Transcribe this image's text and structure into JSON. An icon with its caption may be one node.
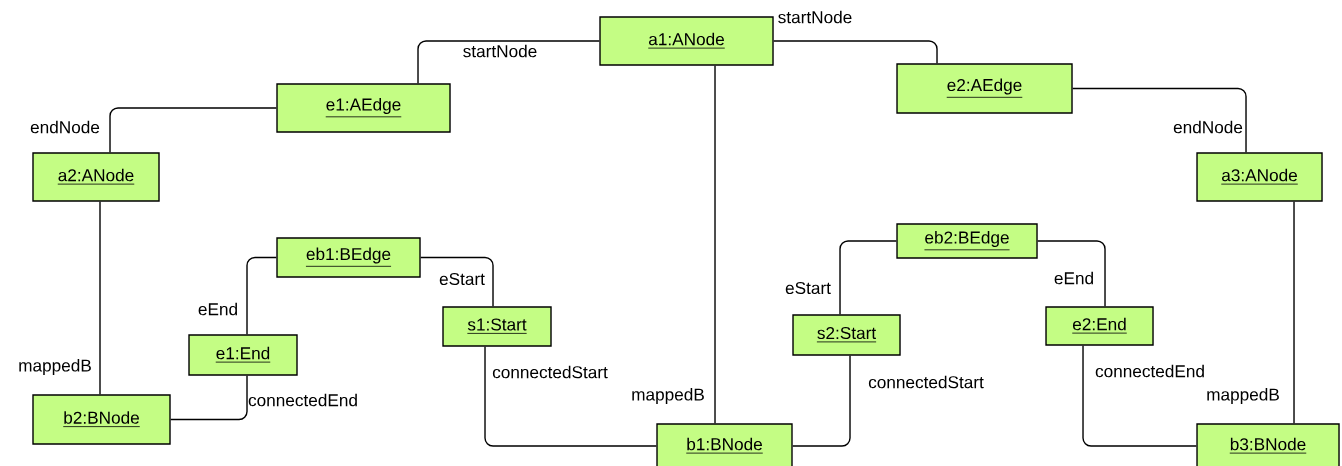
{
  "diagram": {
    "nodes": [
      {
        "text": [
          "a1:ANode"
        ]
      },
      {
        "text": [
          "e1:AEdge"
        ]
      },
      {
        "text": [
          "e2:AEdge"
        ]
      },
      {
        "text": [
          "a2:ANode"
        ]
      },
      {
        "text": [
          "a3:ANode"
        ]
      },
      {
        "text": [
          "eb1:BEdge"
        ]
      },
      {
        "text": [
          "eb2:BEdge"
        ]
      },
      {
        "text": [
          "e1:End"
        ]
      },
      {
        "text": [
          "s1:Start"
        ]
      },
      {
        "text": [
          "s2:Start"
        ]
      },
      {
        "text": [
          "e2:End"
        ]
      },
      {
        "text": [
          "b2:BNode"
        ]
      },
      {
        "text": [
          "b1:BNode"
        ]
      },
      {
        "text": [
          "b3:BNode"
        ]
      }
    ],
    "edges": [
      {
        "from": 1,
        "to": 0,
        "arrow": "none",
        "label": "startNode"
      },
      {
        "from": 0,
        "to": 2,
        "arrow": "none",
        "label": "startNode"
      },
      {
        "from": 1,
        "to": 3,
        "arrow": "none",
        "label": "endNode"
      },
      {
        "from": 2,
        "to": 4,
        "arrow": "none",
        "label": "endNode"
      },
      {
        "from": 3,
        "to": 11,
        "arrow": "none",
        "label": "mappedB"
      },
      {
        "from": 0,
        "to": 12,
        "arrow": "none",
        "label": "mappedB"
      },
      {
        "from": 4,
        "to": 13,
        "arrow": "none",
        "label": "mappedB"
      },
      {
        "from": 5,
        "to": 7,
        "arrow": "none",
        "label": "eEnd"
      },
      {
        "from": 5,
        "to": 8,
        "arrow": "none",
        "label": "eStart"
      },
      {
        "from": 7,
        "to": 11,
        "arrow": "none",
        "label": "connectedEnd"
      },
      {
        "from": 8,
        "to": 12,
        "arrow": "none",
        "label": "connectedStart"
      },
      {
        "from": 6,
        "to": 9,
        "arrow": "none",
        "label": "eStart"
      },
      {
        "from": 6,
        "to": 10,
        "arrow": "none",
        "label": "eEnd"
      },
      {
        "from": 9,
        "to": 12,
        "arrow": "none",
        "label": "connectedStart"
      },
      {
        "from": 10,
        "to": 13,
        "arrow": "none",
        "label": "connectedEnd"
      }
    ]
  }
}
